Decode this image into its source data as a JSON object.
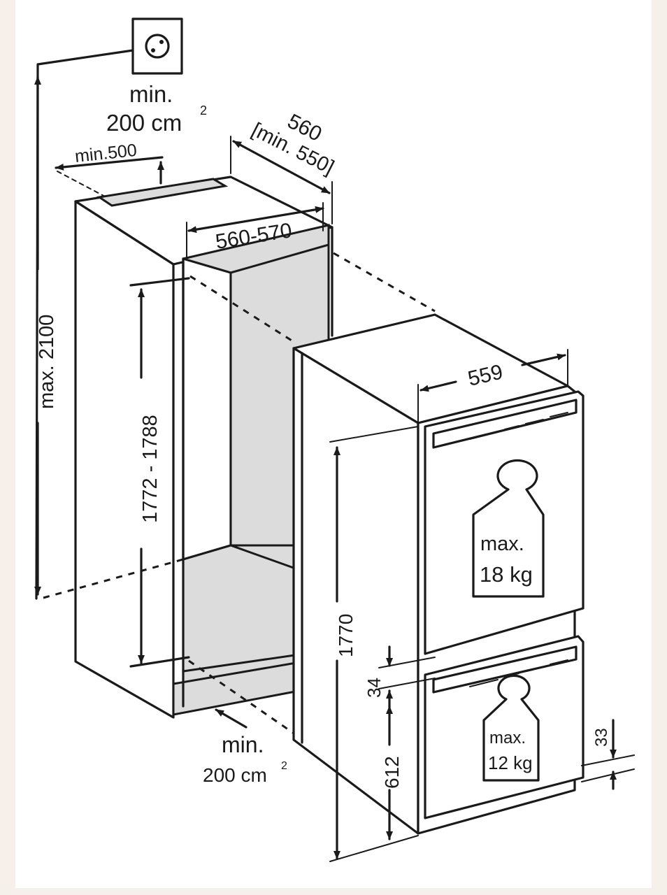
{
  "labels": {
    "vent_top_min": "min.",
    "vent_top_area": "200 cm",
    "vent_top_sup": "2",
    "min_500": "min.500",
    "depth_560": "560",
    "depth_min_550": "[min. 550]",
    "width_niche": "560-570",
    "height_max": "max. 2100",
    "niche_height": "1772 - 1788",
    "appliance_width": "559",
    "appliance_height": "1770",
    "gap_34": "34",
    "lower_612": "612",
    "offset_33": "33",
    "vent_bottom_min": "min.",
    "vent_bottom_area": "200 cm",
    "vent_bottom_sup": "2",
    "fridge_load_max": "max.",
    "fridge_load_value": "18 kg",
    "freezer_load_max": "max.",
    "freezer_load_value": "12 kg"
  },
  "colors": {
    "line": "#1a1a1a",
    "niche_inner": "#dcdcdc",
    "frame_bg": "#f5f0e9",
    "paper": "#ffffff"
  },
  "icons": [
    "power-socket-icon",
    "weight-icon"
  ]
}
